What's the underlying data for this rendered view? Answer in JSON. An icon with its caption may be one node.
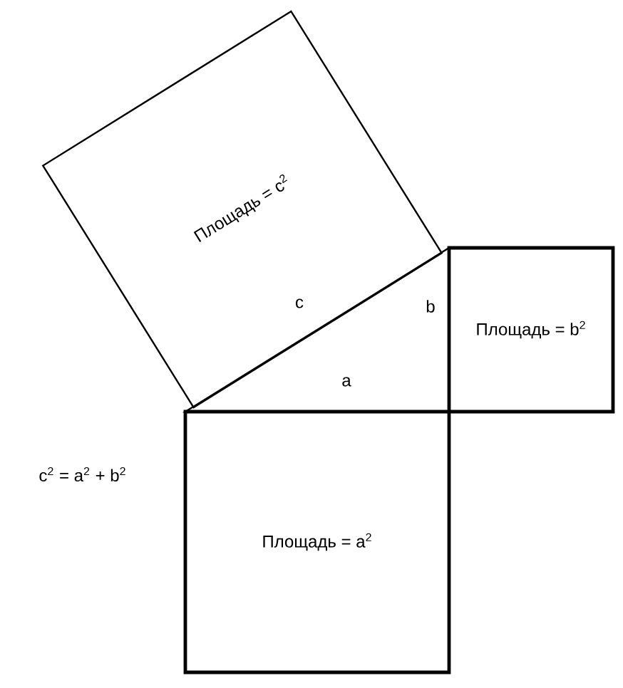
{
  "diagram": {
    "nodes": [
      {
        "text": [
          "Площадь = c$^{2}$"
        ]
      },
      {
        "text": [
          "Площадь = b$^{2}$"
        ]
      },
      {
        "text": [
          "Площадь = a$^{2}$"
        ]
      }
    ],
    "edges": [],
    "labels": [
      "c",
      "b",
      "a",
      "c$^{2}$ = a$^{2}$ + b$^{2}$"
    ]
  }
}
